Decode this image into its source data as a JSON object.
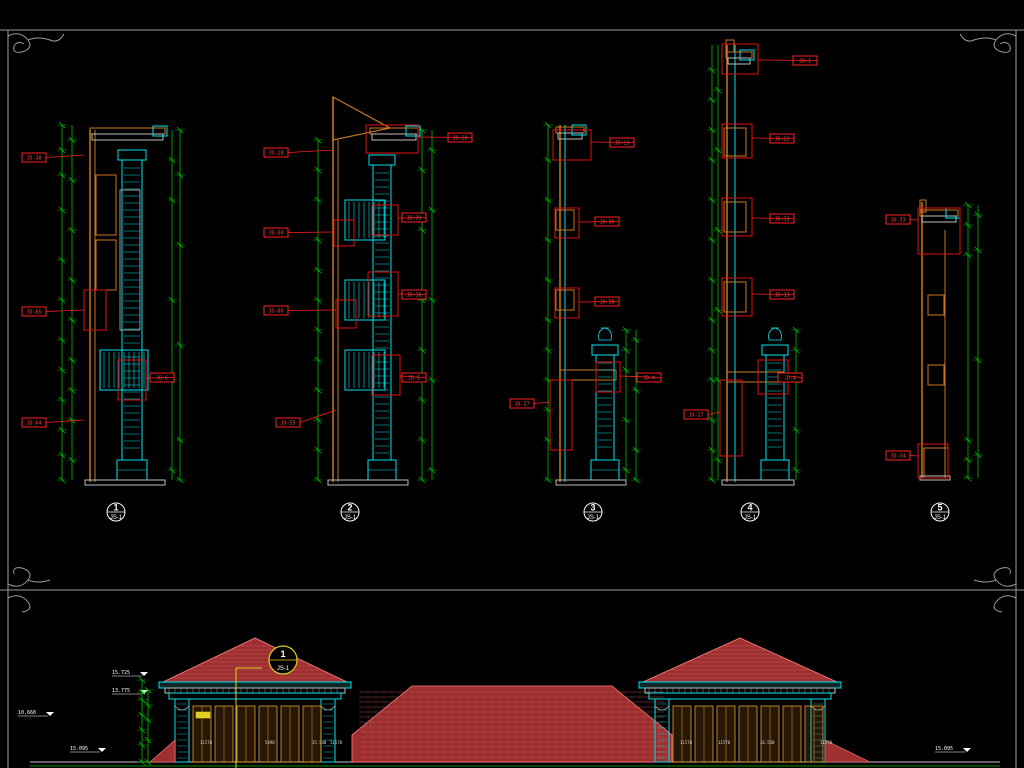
{
  "drawing": {
    "background": "#000000",
    "colors": {
      "frame": "#9a9a9a",
      "dimension": "#00c000",
      "section": "#00e5ee",
      "tag": "#ff2020",
      "callout": "#e01010",
      "wood": "#c87820",
      "roof": "#a03030",
      "label": "#ffffff",
      "glass": "#e0a030"
    },
    "sections": [
      {
        "number": "1",
        "sheet": "JS-1",
        "tags": [
          "JD-38",
          "JD-65",
          "JD-64",
          "JD-6"
        ]
      },
      {
        "number": "2",
        "sheet": "JS-1",
        "tags": [
          "JD-18",
          "JD-28",
          "JD-39",
          "JD-50",
          "JD-38",
          "JD-60",
          "JD-6",
          "JD-55"
        ]
      },
      {
        "number": "3",
        "sheet": "JS-1",
        "tags": [
          "JD-19",
          "JD-30",
          "JD-38",
          "JD-4",
          "JD-27"
        ]
      },
      {
        "number": "4",
        "sheet": "JS-1",
        "tags": [
          "JD-1",
          "JD-22",
          "JD-33",
          "JD-33",
          "JD-4",
          "JD-27"
        ]
      },
      {
        "number": "5",
        "sheet": "JS-1",
        "tags": [
          "JD-33",
          "JD-34"
        ]
      }
    ],
    "elevation": {
      "callout_number": "1",
      "callout_sheet": "JS-1",
      "levels": [
        "15.725",
        "13.775",
        "10.660",
        "15.095",
        "15.095"
      ],
      "dims": [
        "11570",
        "5490",
        "15.540",
        "11570",
        "11570",
        "11570",
        "16.540",
        "11570"
      ]
    }
  }
}
